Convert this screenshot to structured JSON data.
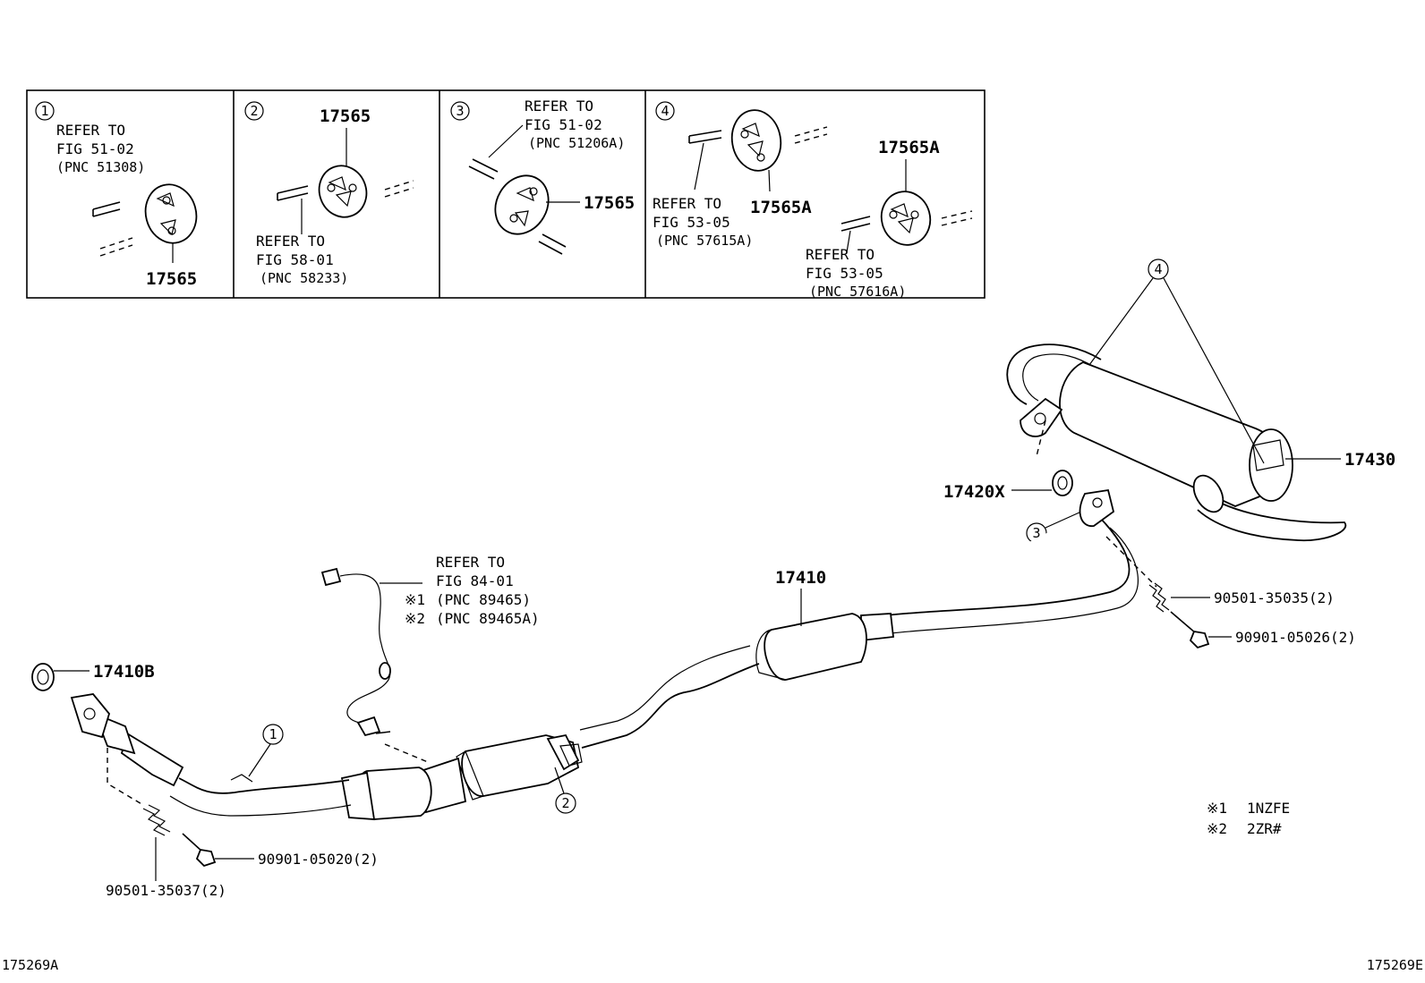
{
  "insets": [
    {
      "callout": "1",
      "refer": [
        "REFER TO",
        "FIG 51-02",
        "(PNC 51308)"
      ],
      "parts": [
        "17565"
      ]
    },
    {
      "callout": "2",
      "refer": [
        "REFER TO",
        "FIG 58-01",
        "(PNC 58233)"
      ],
      "parts": [
        "17565"
      ]
    },
    {
      "callout": "3",
      "refer": [
        "REFER TO",
        "FIG 51-02",
        "(PNC 51206A)"
      ],
      "parts": [
        "17565"
      ]
    },
    {
      "callout": "4",
      "refer_a": [
        "REFER TO",
        "FIG 53-05",
        "(PNC 57615A)"
      ],
      "refer_b": [
        "REFER TO",
        "FIG 53-05",
        "(PNC 57616A)"
      ],
      "parts": [
        "17565A",
        "17565A"
      ]
    }
  ],
  "labels": {
    "p17430": "17430",
    "p17420X": "17420X",
    "p17410": "17410",
    "p17410B": "17410B",
    "bolt_spring_rear": "90501-35035(2)",
    "bolt_rear": "90901-05026(2)",
    "bolt_front": "90901-05020(2)",
    "spring_front": "90501-35037(2)"
  },
  "sensor_ref": {
    "lines": [
      "REFER TO",
      "FIG 84-01"
    ],
    "variants": [
      {
        "mark": "※1",
        "pnc": "(PNC 89465)"
      },
      {
        "mark": "※2",
        "pnc": "(PNC 89465A)"
      }
    ]
  },
  "callouts": {
    "c1": "1",
    "c2": "2",
    "c3": "3",
    "c4": "4"
  },
  "legend": [
    {
      "mark": "※1",
      "text": "1NZFE"
    },
    {
      "mark": "※2",
      "text": "2ZR#"
    }
  ],
  "footer": {
    "left": "175269A",
    "right": "175269E"
  }
}
